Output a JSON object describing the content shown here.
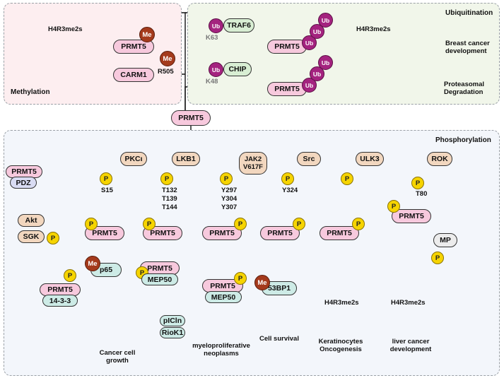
{
  "panels": {
    "methylation": "Methylation",
    "ubiquitination": "Ubiquitination",
    "phosphorylation": "Phosphorylation"
  },
  "central": "PRMT5",
  "methyl": {
    "mark": "H4R3me2s",
    "prmt5": "PRMT5",
    "carm1": "CARM1",
    "site": "R505",
    "me": "Me"
  },
  "ubiq": {
    "ub": "Ub",
    "traf6": "TRAF6",
    "k63": "K63",
    "chip": "CHIP",
    "k48": "K48",
    "prmt5": "PRMT5",
    "mark": "H4R3me2s",
    "breast": "Breast cancer development",
    "proteasomal": "Proteasomal Degradation"
  },
  "phos": {
    "p": "P",
    "me": "Me",
    "prmt5": "PRMT5",
    "pdz": "PDZ",
    "akt": "Akt",
    "sgk": "SGK",
    "p1433": "14-3-3",
    "pkc": "PKCι",
    "s15": "S15",
    "p65": "p65",
    "lkb1": "LKB1",
    "lkb1_sites": [
      "T132",
      "T139",
      "T144"
    ],
    "mep50": "MEP50",
    "picln": "pICln",
    "riok1": "RioK1",
    "cancer_growth": "Cancer cell growth",
    "jak2": "JAK2 V617F",
    "jak2_sites": [
      "Y297",
      "Y304",
      "Y307"
    ],
    "myelo": "myeloproliferative neoplasms",
    "src": "Src",
    "y324": "Y324",
    "bp53": "53BP1",
    "survival": "Cell survival",
    "ulk3": "ULK3",
    "mark": "H4R3me2s",
    "kera": "Keratinocytes Oncogenesis",
    "rok": "ROK",
    "t80": "T80",
    "mp": "MP",
    "liver": "liver cancer development"
  }
}
